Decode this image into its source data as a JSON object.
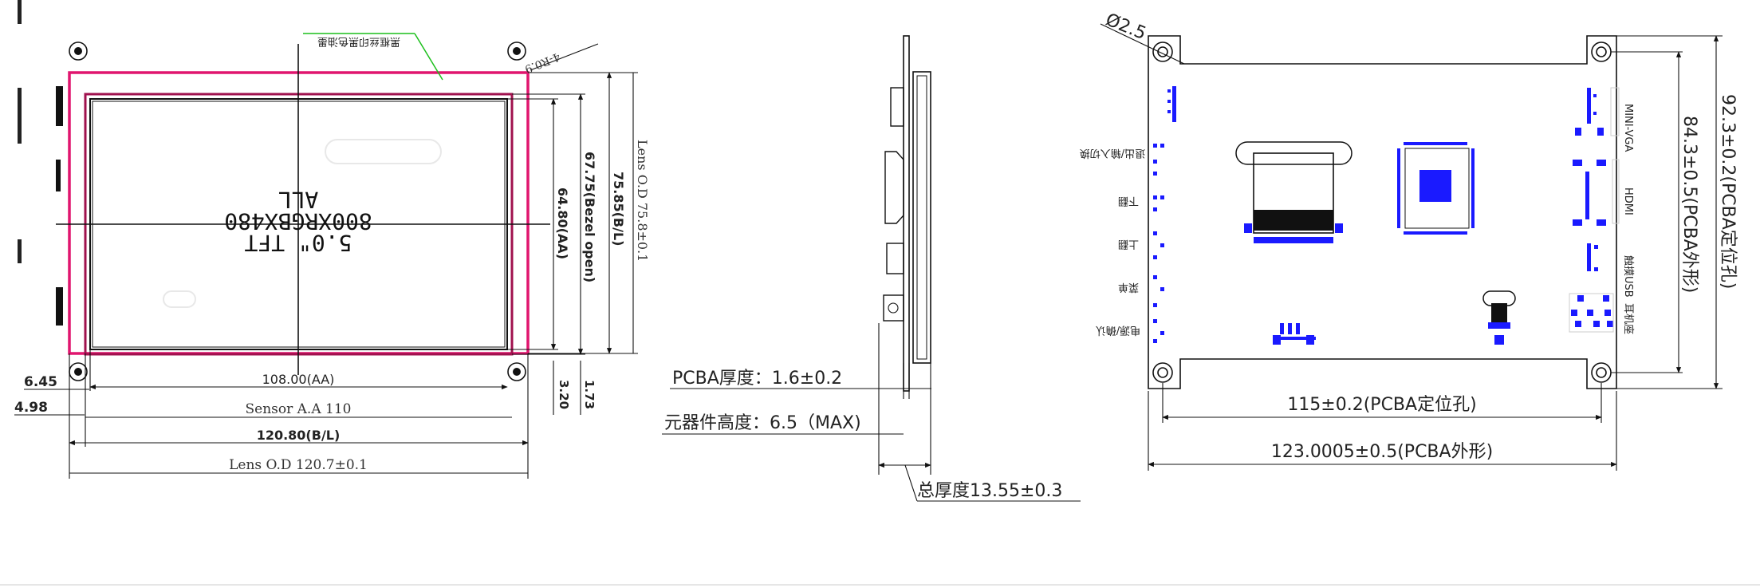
{
  "front_view": {
    "label_top_note": "黑框丝印黑色油墨",
    "corner_hole_label": "4-R0.9",
    "panel_line1": "5.0\" TFT",
    "panel_line2": "800XRGBX480",
    "panel_line3": "ALL",
    "dim_aa_width": "108.00(AA)",
    "dim_sensor_aa": "Sensor A.A 110",
    "dim_bl_width": "120.80(B/L)",
    "dim_lens_width": "Lens O.D 120.7±0.1",
    "dim_left_offset_1": "6.45",
    "dim_left_offset_2": "4.98",
    "dim_aa_height": "64.80(AA)",
    "dim_bezel_open": "67.75(Bezel open)",
    "dim_bl_height": "75.85(B/L)",
    "dim_lens_height": "Lens O.D 75.8±0.1",
    "dim_bottom_1": "3.20",
    "dim_bottom_2": "1.73"
  },
  "side_view": {
    "pcba_thickness": "PCBA厚度：1.6±0.2",
    "component_height": "元器件高度：6.5（MAX)",
    "total_thickness": "总厚度13.55±0.3"
  },
  "rear_view": {
    "hole_diameter": "Ø2.5",
    "dim_hole_pitch_x": "115±0.2(PCBA定位孔)",
    "dim_pcba_width": "123.0005±0.5(PCBA外形)",
    "dim_hole_pitch_y": "84.3±0.5(PCBA外形)",
    "dim_pcba_height": "92.3±0.2(PCBA定位孔)",
    "left_button_labels": [
      "退出/输入切换",
      "下翻",
      "上翻",
      "菜单",
      "电源/确认"
    ],
    "right_port_labels": [
      "MINI-VGA",
      "HDMI",
      "触摸USB",
      "耳机座"
    ]
  },
  "colors": {
    "lens_outline": "#e0156e",
    "bezel_outline": "#a0114e",
    "ink": "#111111",
    "components": "#1a1aff",
    "note_leader": "#1bbf1b"
  }
}
